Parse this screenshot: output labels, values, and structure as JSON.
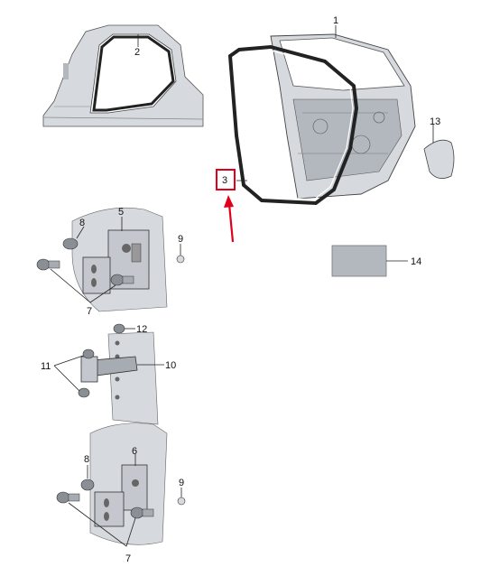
{
  "callouts": {
    "c1": "1",
    "c2": "2",
    "c3": "3",
    "c5": "5",
    "c6": "6",
    "c7a": "7",
    "c7b": "7",
    "c8a": "8",
    "c8b": "8",
    "c9a": "9",
    "c9b": "9",
    "c10": "10",
    "c11": "11",
    "c12": "12",
    "c13": "13",
    "c14": "14"
  },
  "highlight": {
    "target": "c3",
    "color": "#e0001b"
  },
  "colors": {
    "panel": "#d6d9de",
    "panel_dark": "#b3b8bf",
    "seal": "#222222",
    "arrow": "#e0001b"
  }
}
